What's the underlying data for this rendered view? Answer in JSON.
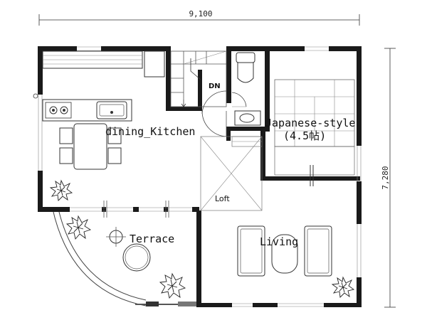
{
  "dimensions": {
    "width": "9,100",
    "height": "7,280"
  },
  "rooms": {
    "dining_kitchen": "dining_Kitchen",
    "japanese_style": "Japanese-style",
    "japanese_size": "(4.5帖)",
    "loft": "Loft",
    "living": "Living",
    "terrace": "Terrace"
  },
  "stairs": {
    "direction": "DN"
  }
}
